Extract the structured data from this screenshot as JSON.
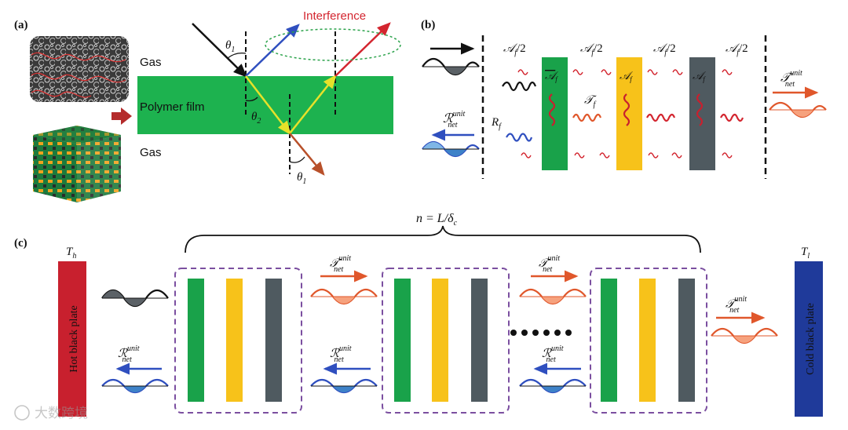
{
  "panel_a": {
    "label": "(a)",
    "gas_top": "Gas",
    "gas_bottom": "Gas",
    "film": "Polymer film",
    "interference": "Interference",
    "theta1": "θ",
    "theta1_sub": "1",
    "theta2": "θ",
    "theta2_sub": "2"
  },
  "panel_b": {
    "label": "(b)",
    "half": [
      "𝒜f/2",
      "𝒜f/2",
      "𝒜f/2",
      "𝒜f/2"
    ],
    "half_main": "𝒜",
    "half_sub": "f",
    "half_tail": "/2",
    "film_abs": "𝒜",
    "film_abs_sub": "f",
    "trans": "𝒯",
    "trans_sub": "f",
    "refl": "R",
    "refl_sub": "f",
    "rnet": "ℛ",
    "rnet_sub": "net",
    "rnet_sup": "unit",
    "tnet": "𝒯",
    "tnet_sub": "net",
    "tnet_sup": "unit",
    "film_colors": [
      "#19a24a",
      "#f7c21a",
      "#4f5a60"
    ]
  },
  "panel_c": {
    "label": "(c)",
    "n_eq": "n = L/δ",
    "n_eq_sub": "c",
    "hot_label": "T",
    "hot_sub": "h",
    "cold_label": "T",
    "cold_sub": "l",
    "hot_plate": "Hot black plate",
    "cold_plate": "Cold black plate",
    "tnet": "𝒯",
    "tnet_sub": "net",
    "tnet_sup": "unit",
    "rnet": "ℛ",
    "rnet_sub": "net",
    "rnet_sup": "unit",
    "hot_color": "#c8202e",
    "cold_color": "#1f3a9a"
  },
  "watermark": "大数跨境"
}
